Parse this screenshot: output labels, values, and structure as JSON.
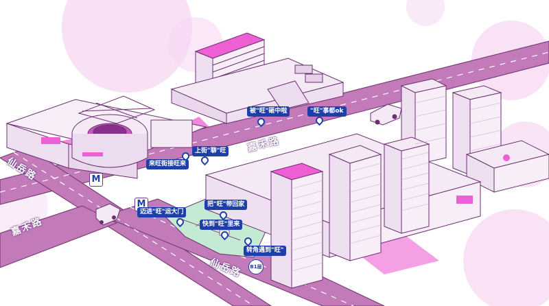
{
  "map": {
    "roads": [
      {
        "id": "xianyue-left",
        "name": "仙岳路"
      },
      {
        "id": "jiahe-mid",
        "name": "嘉禾路"
      },
      {
        "id": "jiahe-left",
        "name": "嘉禾路"
      },
      {
        "id": "xianyue-bottom",
        "name": "仙岳路"
      }
    ],
    "pois": [
      {
        "id": "bei-wang",
        "label": "被\"旺\"砸中啦"
      },
      {
        "id": "wang-shi",
        "label": "\"旺\"事都ok"
      },
      {
        "id": "shangjie-liao",
        "label": "上街\"聊\"旺"
      },
      {
        "id": "laiwang-jie",
        "label": "来旺街接旺来"
      },
      {
        "id": "bawang-daihui",
        "label": "把\"旺\"带回家"
      },
      {
        "id": "maijin-wangyun",
        "label": "迈进\"旺\"运大门"
      },
      {
        "id": "kuaidao-wang",
        "label": "快到\"旺\"里来"
      },
      {
        "id": "zhuanjiao-yudao",
        "label": "转角遇到\"旺\""
      }
    ],
    "metro_symbol": "M",
    "basement_badge": "B1层",
    "colors": {
      "road": "#c27bb8",
      "road_edge": "#7a3f7a",
      "building": "#f4e9f4",
      "building_edge": "#6b2f72",
      "accent_magenta": "#ee5fd3",
      "highlight_green": "#c5ead4",
      "label_blue": "#1f3fa8",
      "bubble_pink": "#f6d5f2"
    }
  }
}
